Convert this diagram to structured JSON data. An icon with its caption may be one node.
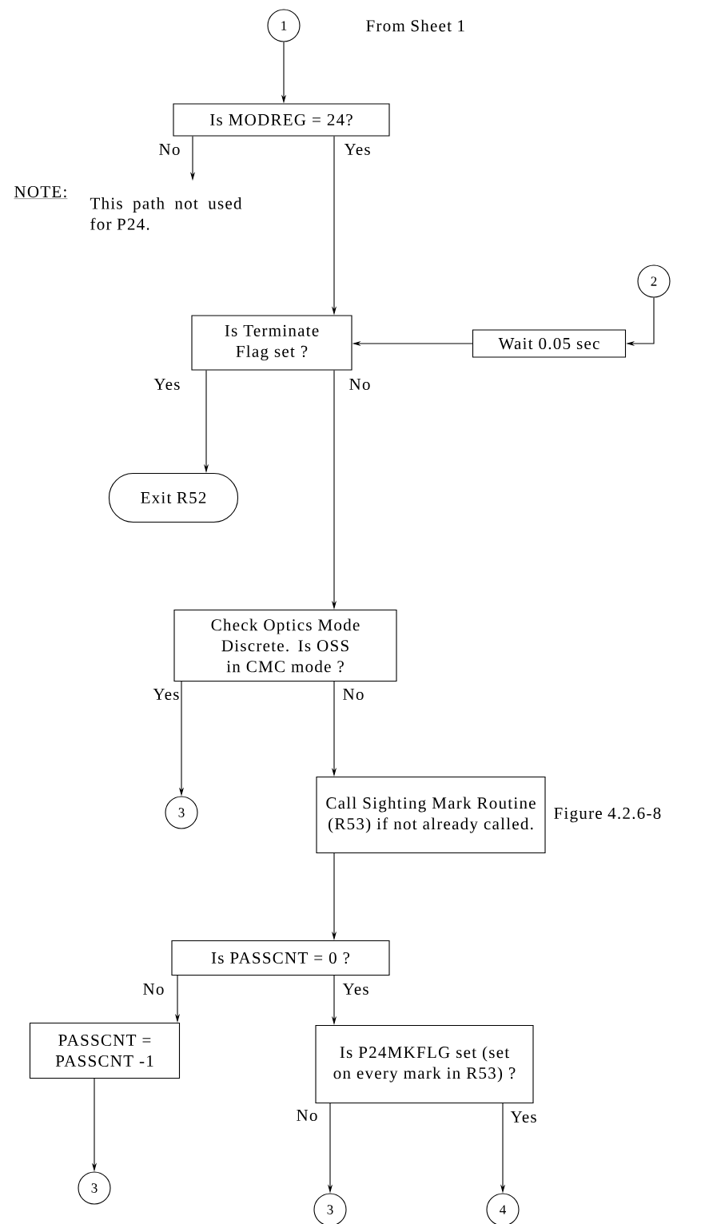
{
  "diagram": {
    "nodes": [
      {
        "text": [
          "1"
        ],
        "beside": [
          "From Sheet 1"
        ]
      },
      {
        "text": [
          "Is MODREG = 24?"
        ]
      },
      {
        "text": [
          "NOTE:",
          "This path not used for P24."
        ]
      },
      {
        "text": [
          "2"
        ]
      },
      {
        "text": [
          "Is Terminate Flag set ?"
        ]
      },
      {
        "text": [
          "Wait 0.05 sec"
        ]
      },
      {
        "text": [
          "Exit R52"
        ]
      },
      {
        "text": [
          "Check Optics Mode Discrete. Is OSS in CMC mode ?"
        ]
      },
      {
        "text": [
          "3"
        ]
      },
      {
        "text": [
          "Call Sighting Mark Routine (R53) if not already called."
        ],
        "beside": [
          "Figure 4.2.6-8"
        ]
      },
      {
        "text": [
          "Is PASSCNT = 0 ?"
        ]
      },
      {
        "text": [
          "PASSCNT = PASSCNT -1"
        ]
      },
      {
        "text": [
          "Is P24MKFLG set (set on every mark in R53) ?"
        ]
      },
      {
        "text": [
          "3"
        ]
      },
      {
        "text": [
          "3"
        ]
      },
      {
        "text": [
          "4"
        ]
      }
    ],
    "edges": [
      {
        "from": 0,
        "to": 1,
        "arrow": "to"
      },
      {
        "from": 1,
        "to": 2,
        "arrow": "to",
        "label": "No"
      },
      {
        "from": 1,
        "to": 4,
        "arrow": "to",
        "label": "Yes"
      },
      {
        "from": 3,
        "to": 5,
        "arrow": "to"
      },
      {
        "from": 5,
        "to": 4,
        "arrow": "to"
      },
      {
        "from": 4,
        "to": 6,
        "arrow": "to",
        "label": "Yes"
      },
      {
        "from": 4,
        "to": 7,
        "arrow": "to",
        "label": "No"
      },
      {
        "from": 7,
        "to": 8,
        "arrow": "to",
        "label": "Yes"
      },
      {
        "from": 7,
        "to": 9,
        "arrow": "to",
        "label": "No"
      },
      {
        "from": 9,
        "to": 10,
        "arrow": "to"
      },
      {
        "from": 10,
        "to": 11,
        "arrow": "to",
        "label": "No"
      },
      {
        "from": 10,
        "to": 12,
        "arrow": "to",
        "label": "Yes"
      },
      {
        "from": 11,
        "to": 13,
        "arrow": "to"
      },
      {
        "from": 12,
        "to": 14,
        "arrow": "to",
        "label": "No"
      },
      {
        "from": 12,
        "to": 15,
        "arrow": "to",
        "label": "Yes"
      }
    ]
  }
}
